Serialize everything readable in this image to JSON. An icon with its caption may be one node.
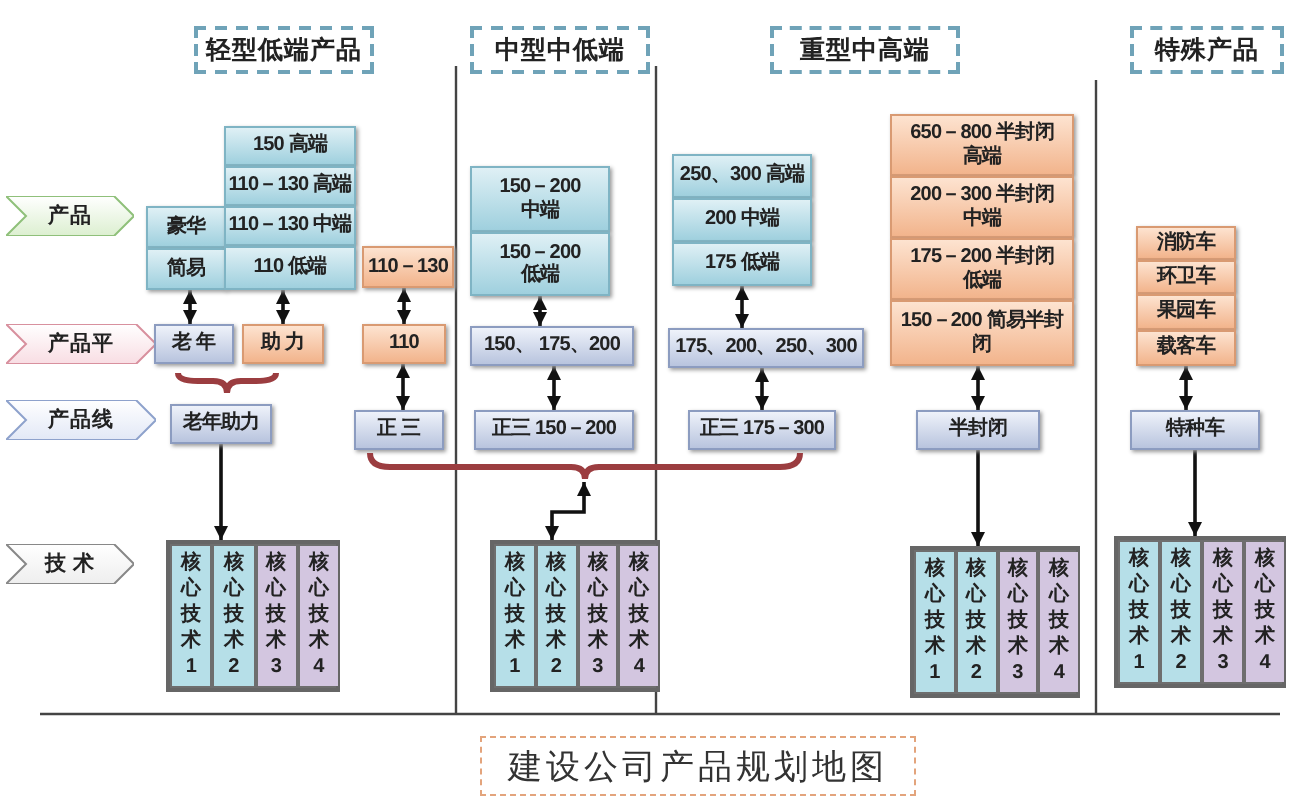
{
  "diagram": {
    "caption": "建设公司产品规划地图",
    "nodes": [
      {
        "text": [
          "轻型低端产品"
        ]
      },
      {
        "text": [
          "中型中低端"
        ]
      },
      {
        "text": [
          "重型中高端"
        ]
      },
      {
        "text": [
          "特殊产品"
        ]
      },
      {
        "text": [
          "产品"
        ]
      },
      {
        "text": [
          "产品平"
        ]
      },
      {
        "text": [
          "产品线"
        ]
      },
      {
        "text": [
          "技 术"
        ]
      },
      {
        "text": [
          "豪华"
        ]
      },
      {
        "text": [
          "简易"
        ]
      },
      {
        "text": [
          "150 高端"
        ]
      },
      {
        "text": [
          "110－130 高端"
        ]
      },
      {
        "text": [
          "110－130 中端"
        ]
      },
      {
        "text": [
          "110 低端"
        ]
      },
      {
        "text": [
          "老 年"
        ]
      },
      {
        "text": [
          "助 力"
        ]
      },
      {
        "text": [
          "老年助力"
        ]
      },
      {
        "text": [
          "110－130"
        ]
      },
      {
        "text": [
          "110"
        ]
      },
      {
        "text": [
          "正 三"
        ]
      },
      {
        "text": [
          "150－200 中端"
        ]
      },
      {
        "text": [
          "150－200 低端"
        ]
      },
      {
        "text": [
          "150、 175、200"
        ]
      },
      {
        "text": [
          "正三 150－200"
        ]
      },
      {
        "text": [
          "250、300 高端"
        ]
      },
      {
        "text": [
          "200 中端"
        ]
      },
      {
        "text": [
          "175 低端"
        ]
      },
      {
        "text": [
          "175、200、250、300"
        ]
      },
      {
        "text": [
          "正三 175－300"
        ]
      },
      {
        "text": [
          "650－800 半封闭高端"
        ]
      },
      {
        "text": [
          "200－300 半封闭中端"
        ]
      },
      {
        "text": [
          "175－200 半封闭低端"
        ]
      },
      {
        "text": [
          "150－200 简易半封闭"
        ]
      },
      {
        "text": [
          "半封闭"
        ]
      },
      {
        "text": [
          "消防车"
        ]
      },
      {
        "text": [
          "环卫车"
        ]
      },
      {
        "text": [
          "果园车"
        ]
      },
      {
        "text": [
          "载客车"
        ]
      },
      {
        "text": [
          "特种车"
        ]
      },
      {
        "text": [],
        "shape": "box"
      },
      {
        "text": [
          "核心技术1"
        ],
        "in": 39
      },
      {
        "text": [
          "核心技术2"
        ],
        "in": 39
      },
      {
        "text": [
          "核心技术3"
        ],
        "in": 39
      },
      {
        "text": [
          "核心技术4"
        ],
        "in": 39
      },
      {
        "text": [],
        "shape": "box"
      },
      {
        "text": [
          "核心技术1"
        ],
        "in": 44
      },
      {
        "text": [
          "核心技术2"
        ],
        "in": 44
      },
      {
        "text": [
          "核心技术3"
        ],
        "in": 44
      },
      {
        "text": [
          "核心技术4"
        ],
        "in": 44
      },
      {
        "text": [],
        "shape": "box"
      },
      {
        "text": [
          "核心技术1"
        ],
        "in": 49
      },
      {
        "text": [
          "核心技术2"
        ],
        "in": 49
      },
      {
        "text": [
          "核心技术3"
        ],
        "in": 49
      },
      {
        "text": [
          "核心技术4"
        ],
        "in": 49
      },
      {
        "text": [],
        "shape": "box"
      },
      {
        "text": [
          "核心技术1"
        ],
        "in": 54
      },
      {
        "text": [
          "核心技术2"
        ],
        "in": 54
      },
      {
        "text": [
          "核心技术3"
        ],
        "in": 54
      },
      {
        "text": [
          "核心技术4"
        ],
        "in": 54
      },
      {
        "text": [],
        "shape": "brace"
      },
      {
        "text": [],
        "shape": "brace"
      }
    ],
    "edges": [
      {
        "from": 9,
        "to": 14,
        "arrow": "both"
      },
      {
        "from": 13,
        "to": 15,
        "arrow": "both"
      },
      {
        "from": 16,
        "to": 39,
        "arrow": "to"
      },
      {
        "from": 17,
        "to": 18,
        "arrow": "both"
      },
      {
        "from": 18,
        "to": 19,
        "arrow": "both"
      },
      {
        "from": 21,
        "to": 22,
        "arrow": "both"
      },
      {
        "from": 22,
        "to": 23,
        "arrow": "both"
      },
      {
        "from": 26,
        "to": 27,
        "arrow": "both"
      },
      {
        "from": 27,
        "to": 28,
        "arrow": "both"
      },
      {
        "from": 32,
        "to": 33,
        "arrow": "both"
      },
      {
        "from": 33,
        "to": 49,
        "arrow": "to"
      },
      {
        "from": 37,
        "to": 38,
        "arrow": "both"
      },
      {
        "from": 38,
        "to": 54,
        "arrow": "to"
      },
      {
        "from": 60,
        "to": 44,
        "arrow": "both"
      }
    ]
  }
}
